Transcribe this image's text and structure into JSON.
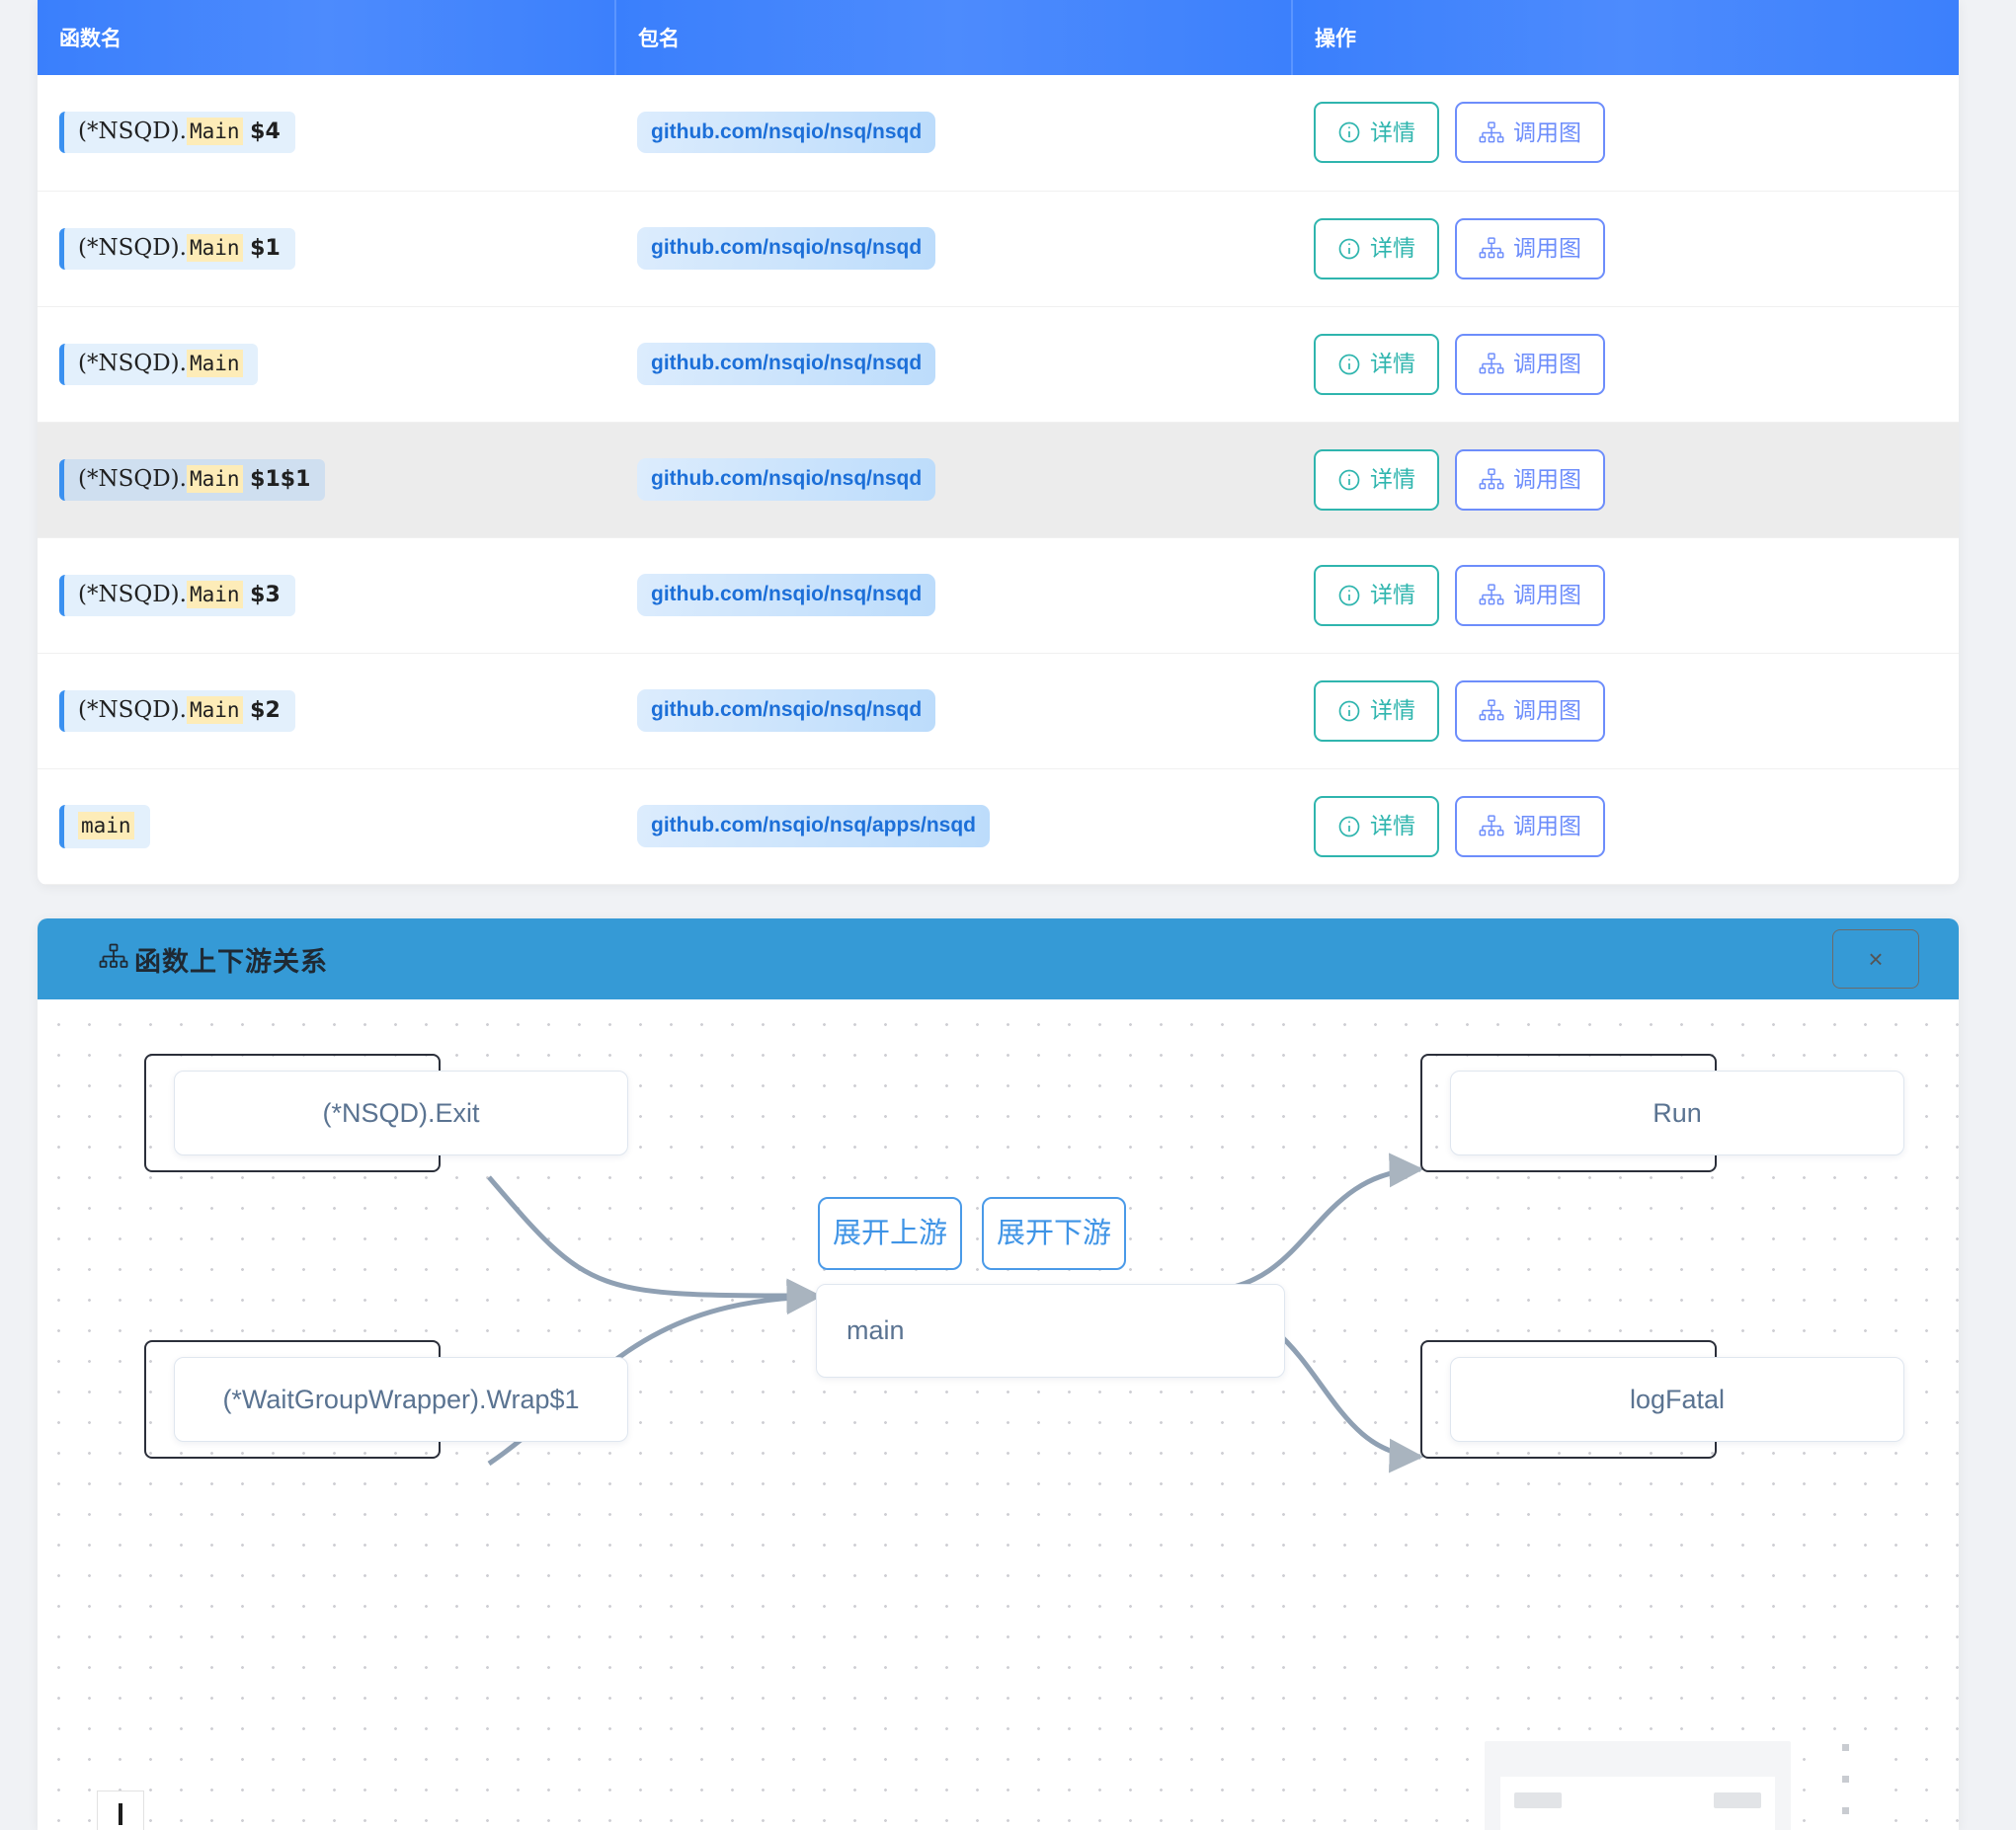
{
  "table": {
    "columns": [
      {
        "key": "fn",
        "label": "函数名"
      },
      {
        "key": "pkg",
        "label": "包名"
      },
      {
        "key": "act",
        "label": "操作"
      }
    ],
    "action_labels": {
      "detail": "详情",
      "callgraph": "调用图"
    },
    "rows": [
      {
        "prefix": "(*NSQD).",
        "highlight": "Main",
        "suffix": " $4",
        "package": "github.com/nsqio/nsq/nsqd",
        "selected": false,
        "mono_only": false
      },
      {
        "prefix": "(*NSQD).",
        "highlight": "Main",
        "suffix": " $1",
        "package": "github.com/nsqio/nsq/nsqd",
        "selected": false,
        "mono_only": false
      },
      {
        "prefix": "(*NSQD).",
        "highlight": "Main",
        "suffix": "",
        "package": "github.com/nsqio/nsq/nsqd",
        "selected": false,
        "mono_only": false
      },
      {
        "prefix": "(*NSQD).",
        "highlight": "Main",
        "suffix": " $1$1",
        "package": "github.com/nsqio/nsq/nsqd",
        "selected": true,
        "mono_only": false
      },
      {
        "prefix": "(*NSQD).",
        "highlight": "Main",
        "suffix": " $3",
        "package": "github.com/nsqio/nsq/nsqd",
        "selected": false,
        "mono_only": false
      },
      {
        "prefix": "(*NSQD).",
        "highlight": "Main",
        "suffix": " $2",
        "package": "github.com/nsqio/nsq/nsqd",
        "selected": false,
        "mono_only": false
      },
      {
        "prefix": "",
        "highlight": "main",
        "suffix": "",
        "package": "github.com/nsqio/nsq/apps/nsqd",
        "selected": false,
        "mono_only": true
      }
    ]
  },
  "graph_panel": {
    "title": "函数上下游关系",
    "close_label": "×",
    "expand_upstream_label": "展开上游",
    "expand_downstream_label": "展开下游",
    "nodes": [
      {
        "id": "nsqd-exit",
        "label": "(*NSQD).Exit"
      },
      {
        "id": "wgw-wrap",
        "label": "(*WaitGroupWrapper).Wrap$1"
      },
      {
        "id": "main",
        "label": "main"
      },
      {
        "id": "run",
        "label": "Run"
      },
      {
        "id": "logfatal",
        "label": "logFatal"
      }
    ],
    "edges": [
      {
        "from": "nsqd-exit",
        "to": "main"
      },
      {
        "from": "wgw-wrap",
        "to": "main"
      },
      {
        "from": "main",
        "to": "run"
      },
      {
        "from": "main",
        "to": "logfatal"
      }
    ]
  },
  "colors": {
    "header_blue": "#3a7ffc",
    "panel_blue": "#359ad6",
    "detail_teal": "#2fb5ae",
    "graph_indigo": "#6d8dfb",
    "tag_blue": "#1c6fd8",
    "highlight_yellow": "#fdecb8",
    "node_text": "#5a7391",
    "edge_gray": "#8fa0b3"
  }
}
